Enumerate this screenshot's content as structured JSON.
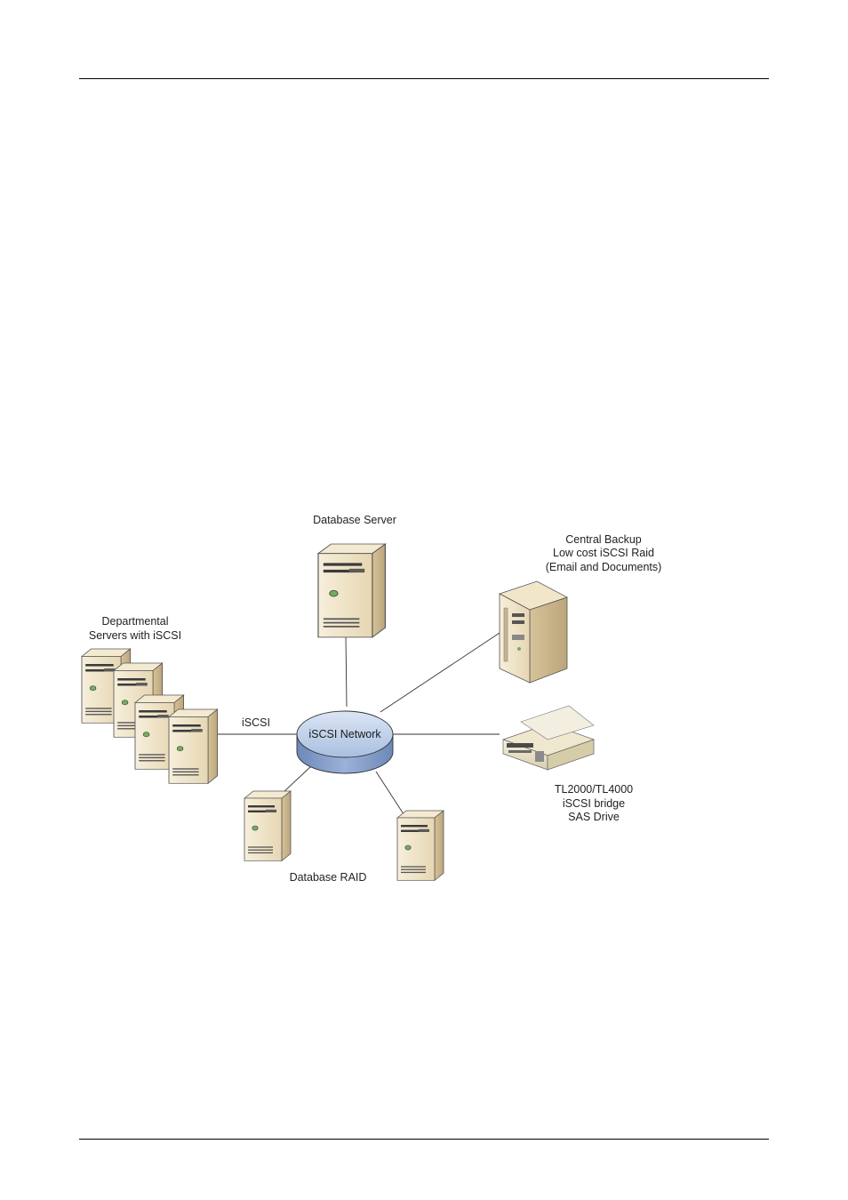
{
  "diagram": {
    "center": {
      "label": "iSCSI Network"
    },
    "link_label": "iSCSI",
    "nodes": {
      "database_server": {
        "label": "Database Server"
      },
      "central_backup": {
        "lines": [
          "Central Backup",
          "Low cost iSCSI Raid",
          "(Email and Documents)"
        ]
      },
      "departmental": {
        "lines": [
          "Departmental",
          "Servers with iSCSI"
        ]
      },
      "tape_library": {
        "lines": [
          "TL2000/TL4000",
          "iSCSI bridge",
          "SAS Drive"
        ]
      },
      "database_raid": {
        "label": "Database RAID"
      }
    },
    "colors": {
      "server_body": "#efe3c6",
      "server_front": "#e3d3ad",
      "server_shade": "#c8b48a",
      "network_top": "#b8c9e4",
      "network_side": "#7e98c4",
      "outline": "#333333"
    }
  }
}
